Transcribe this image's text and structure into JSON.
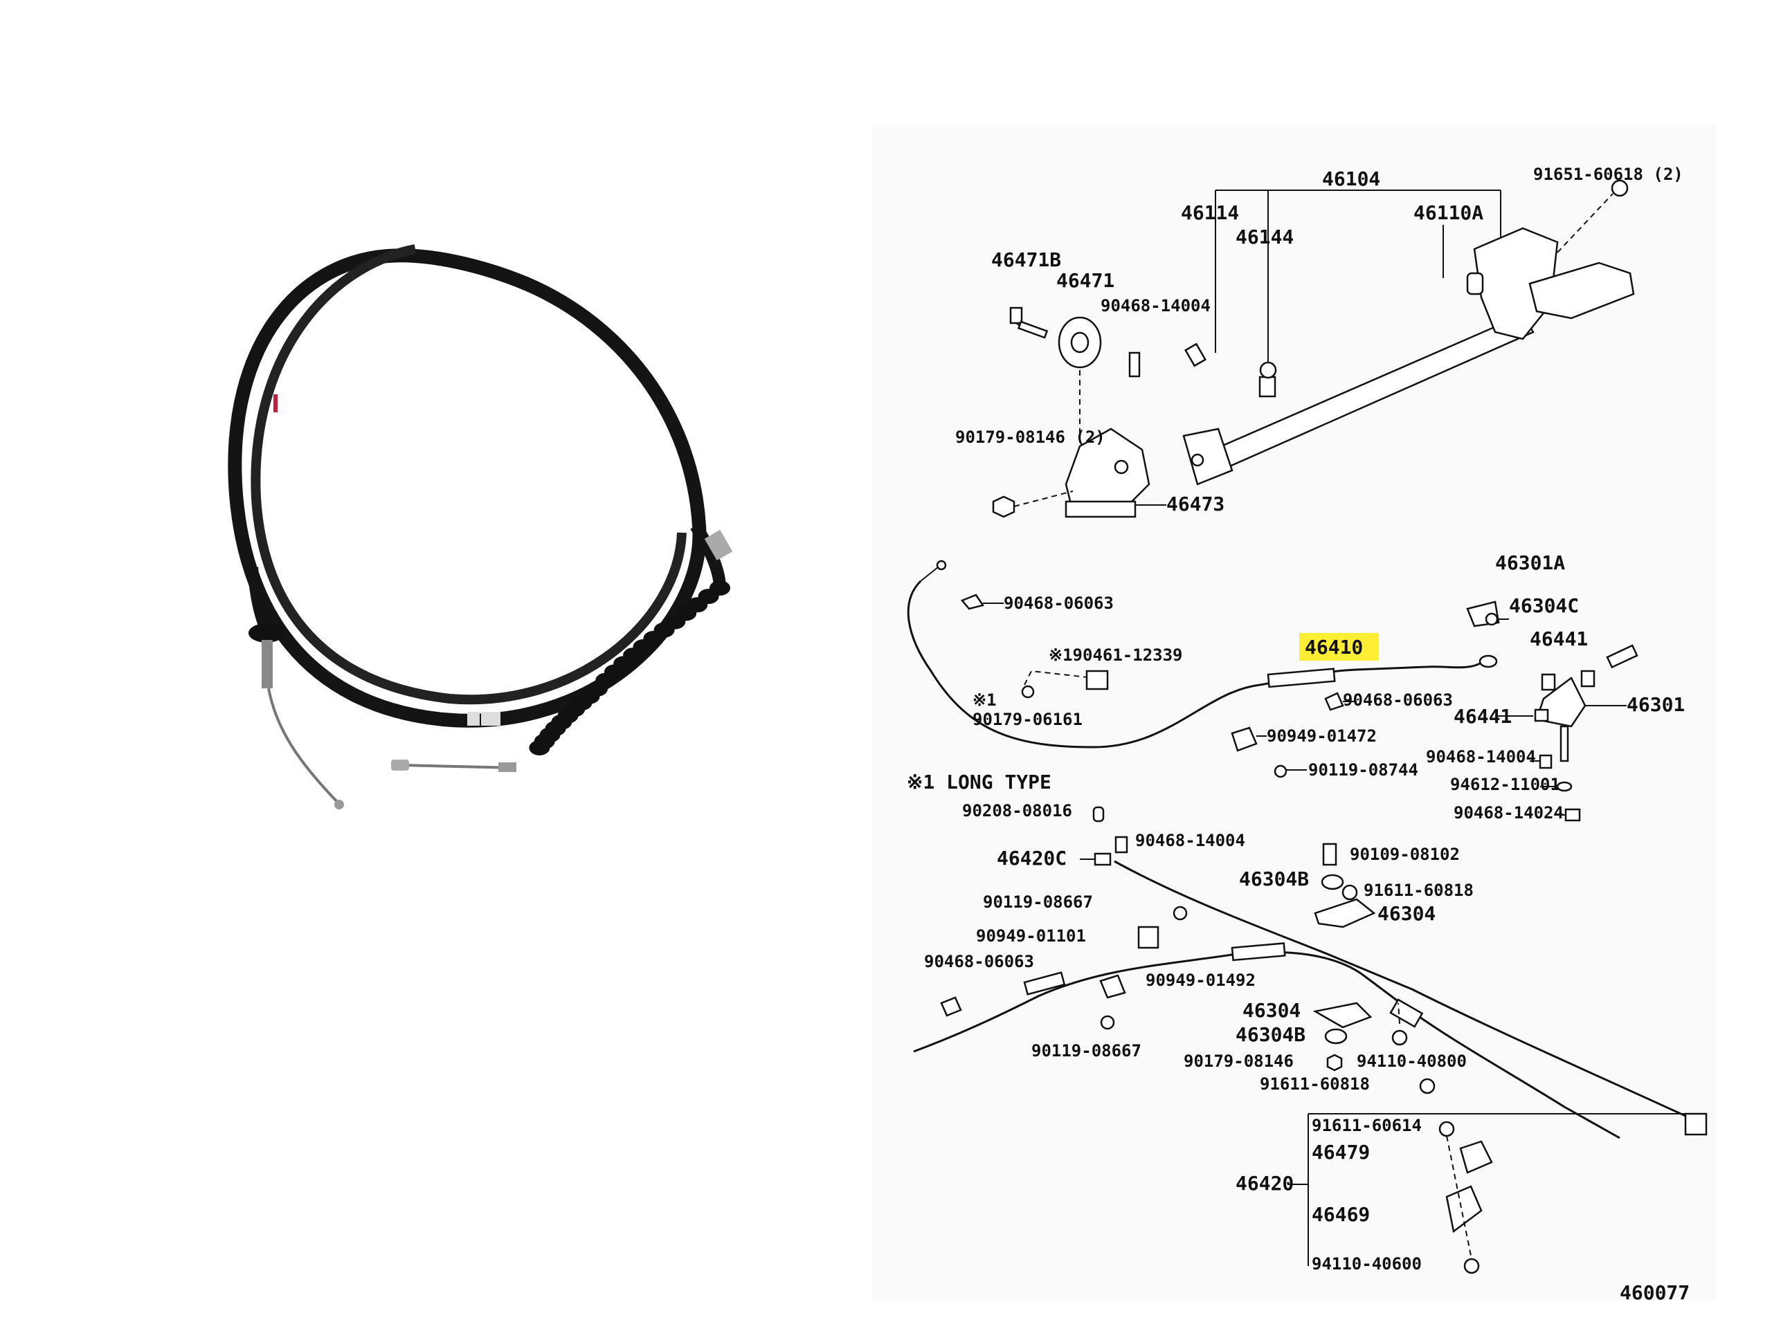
{
  "photo": {
    "icon": "brake-cable-photo"
  },
  "diagram": {
    "highlight_color": "#ffee33",
    "labels": {
      "p46104": "46104",
      "p91651": "91651-60618 (2)",
      "p46114": "46114",
      "p46144": "46144",
      "p46110A": "46110A",
      "p46471B": "46471B",
      "p46471": "46471",
      "p90468_14004a": "90468-14004",
      "p90179_08146a": "90179-08146 (2)",
      "p46473": "46473",
      "p46301A": "46301A",
      "p90468_06063a": "90468-06063",
      "p46304C": "46304C",
      "p46410": "46410",
      "p46441a": "46441",
      "p90461": "※190461-12339",
      "star1": "※1",
      "p90179_06161": "90179-06161",
      "p90468_06063b": "90468-06063",
      "p46441b": "46441",
      "p46301": "46301",
      "p90949_01472": "90949-01472",
      "p90468_14004b": "90468-14004",
      "p90119_08744": "90119-08744",
      "p94612": "94612-11001",
      "long_type": "※1 LONG TYPE",
      "p90208": "90208-08016",
      "p90468_14024": "90468-14024",
      "p90468_14004c": "90468-14004",
      "p46420C": "46420C",
      "p90109": "90109-08102",
      "p46304Ba": "46304B",
      "p91611_60818a": "91611-60818",
      "p90119_08667a": "90119-08667",
      "p46304a": "46304",
      "p90949_01101": "90949-01101",
      "p90468_06063c": "90468-06063",
      "p90949_01492": "90949-01492",
      "p46304b": "46304",
      "p46304Bb": "46304B",
      "p90119_08667b": "90119-08667",
      "p90179_08146b": "90179-08146",
      "p94110_40800": "94110-40800",
      "p91611_60818b": "91611-60818",
      "p91611_60614": "91611-60614",
      "p46479": "46479",
      "p46420": "46420",
      "p46469": "46469",
      "p94110_40600": "94110-40600",
      "code": "460077"
    }
  }
}
